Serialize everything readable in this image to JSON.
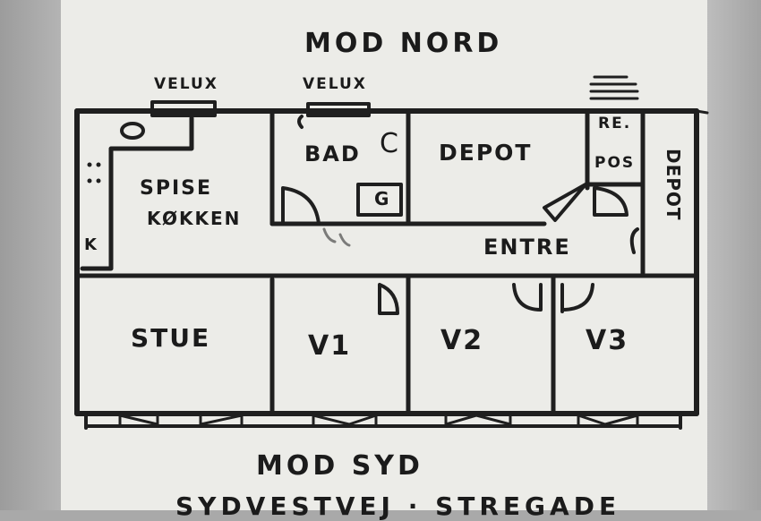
{
  "heading_north": "MOD NORD",
  "heading_south": "MOD SYD",
  "footer_partial": "SYDVESTVEJ · STREGADE",
  "skylights": [
    "VELUX",
    "VELUX"
  ],
  "rooms": {
    "spisekokken_line1": "SPISE",
    "spisekokken_line2": "KØKKEN",
    "bad": "BAD",
    "depot": "DEPOT",
    "repos_line1": "RE.",
    "repos_line2": "POS",
    "depot2_vertical": "DEPOT",
    "entre": "ENTRE",
    "stue": "STUE",
    "v1": "V1",
    "v2": "V2",
    "v3": "V3",
    "kitchen_mark": "K"
  },
  "fixtures": {
    "bath_c": "C",
    "bath_g": "G"
  }
}
